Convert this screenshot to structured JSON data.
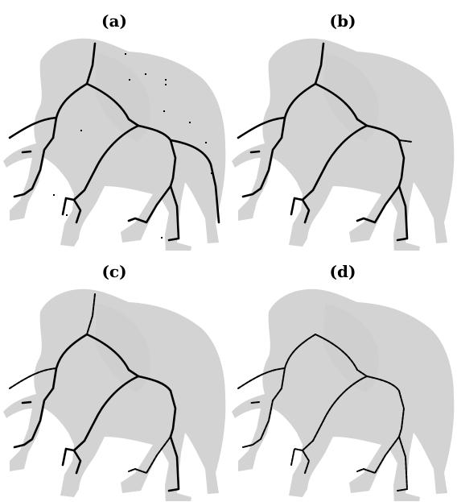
{
  "panels": [
    {
      "label": "(a)",
      "variant": "noisy"
    },
    {
      "label": "(b)",
      "variant": "pruned"
    },
    {
      "label": "(c)",
      "variant": "refined"
    },
    {
      "label": "(d)",
      "variant": "sparse"
    }
  ],
  "colors": {
    "silhouette": "#d3d3d3",
    "skeleton": "#000000",
    "background": "#ffffff"
  }
}
